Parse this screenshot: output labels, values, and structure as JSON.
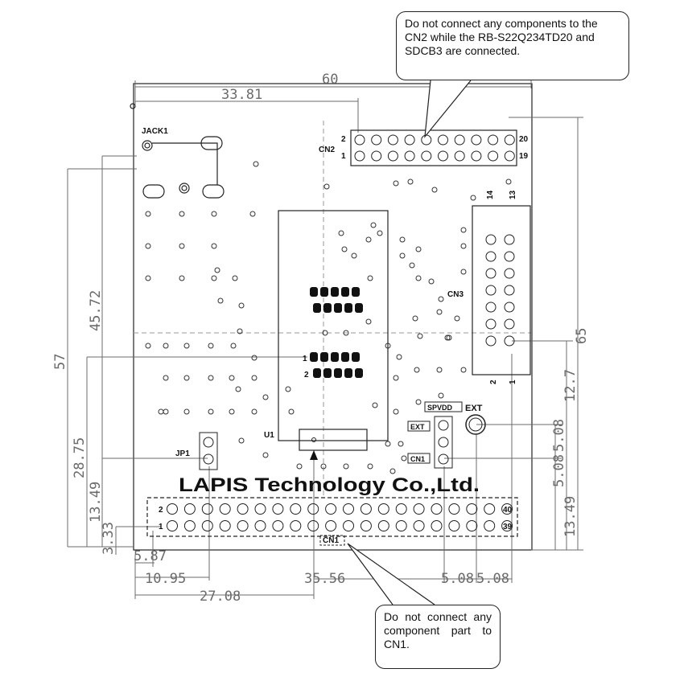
{
  "callouts": {
    "cn2": "Do not connect any components to the CN2 while the RB-S22Q234TD20 and SDCB3 are connected.",
    "cn1": "Do not connect any component part to CN1."
  },
  "dimensions": {
    "width_60": "60",
    "d_33_81": "33.81",
    "d_65": "65",
    "d_57": "57",
    "d_45_72": "45.72",
    "d_28_75": "28.75",
    "d_13_49_left": "13.49",
    "d_3_33": "3.33",
    "d_5_87": "5.87",
    "d_10_95": "10.95",
    "d_27_08": "27.08",
    "d_35_56": "35.56",
    "d_5_08_a": "5.08",
    "d_5_08_b": "5.08",
    "d_12_7": "12.7",
    "d_5_08_right_upper": "5.08",
    "d_5_08_right_lower": "5.08",
    "d_13_49_right": "13.49"
  },
  "labels": {
    "jack1": "JACK1",
    "cn2": "CN2",
    "cn2_pin2": "2",
    "cn2_pin1": "1",
    "cn2_pin20": "20",
    "cn2_pin19": "19",
    "cn3": "CN3",
    "cn3_pin14": "14",
    "cn3_pin13": "13",
    "cn3_pin2": "2",
    "cn3_pin1": "1",
    "u1": "U1",
    "u1_pin1": "1",
    "u1_pin2": "2",
    "spvdd": "SPVDD",
    "ext_box": "EXT",
    "ext": "EXT",
    "cn1_box": "CN1",
    "jp1": "JP1",
    "cn1": "CN1",
    "cn1_pin2": "2",
    "cn1_pin1": "1",
    "cn1_pin40": "40",
    "cn1_pin39": "39"
  },
  "logo": "LAPIS Technology Co.,Ltd.",
  "colors": {
    "line": "#111111",
    "dim": "#6b6b6b",
    "bg": "#ffffff"
  }
}
